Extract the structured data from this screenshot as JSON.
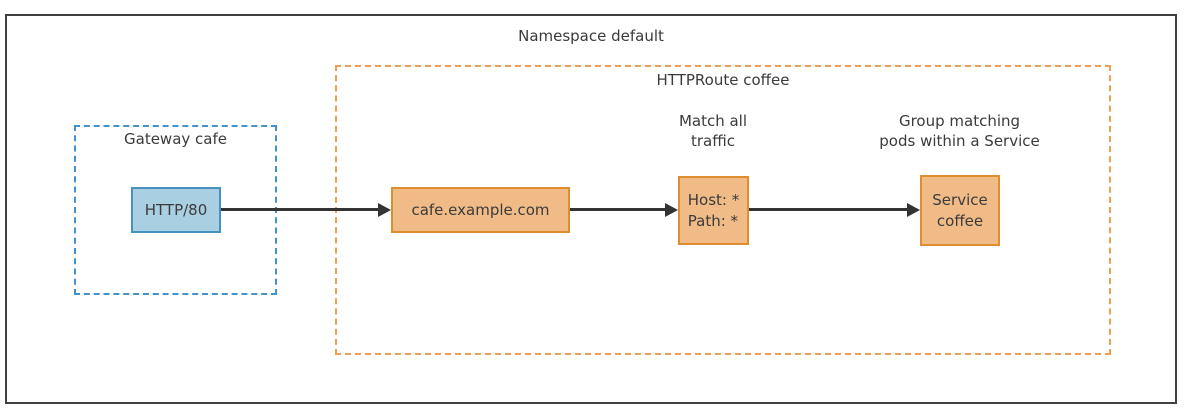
{
  "namespace": {
    "label": "Namespace default"
  },
  "gateway": {
    "label": "Gateway cafe",
    "listener": {
      "label": "HTTP/80"
    }
  },
  "httproute": {
    "label": "HTTPRoute coffee",
    "hostname": {
      "label": "cafe.example.com"
    },
    "match": {
      "line1": "Host: *",
      "line2": "Path: *",
      "note_line1": "Match all",
      "note_line2": "traffic"
    },
    "backend": {
      "line1": "Service",
      "line2": "coffee",
      "note_line1": "Group matching",
      "note_line2": "pods within a Service"
    }
  },
  "colors": {
    "namespace_border": "#404040",
    "gateway_dashed_border": "#4193cd",
    "listener_fill": "#a9cfe2",
    "listener_border": "#4691bd",
    "httproute_dashed_border": "#ec9f55",
    "route_node_fill": "#f1bb88",
    "route_node_border": "#dd8e2e",
    "arrow": "#333333",
    "text": "#3b3b3b",
    "background": "#ffffff"
  }
}
